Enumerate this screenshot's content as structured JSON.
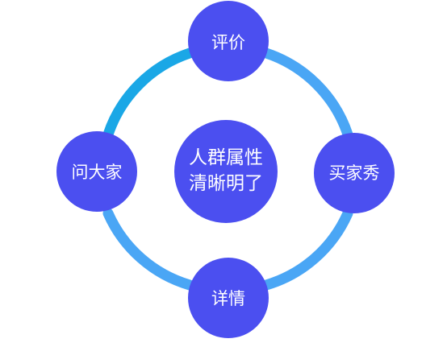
{
  "diagram": {
    "center": {
      "line1": "人群属性",
      "line2": "清晰明了"
    },
    "nodes": {
      "top": "评价",
      "right": "买家秀",
      "bottom": "详情",
      "left": "问大家"
    }
  },
  "colors": {
    "node_fill": "#4b4ff0",
    "ring_dark": "#1aa7e6",
    "ring_light": "#4aa6f5",
    "text": "#ffffff"
  }
}
